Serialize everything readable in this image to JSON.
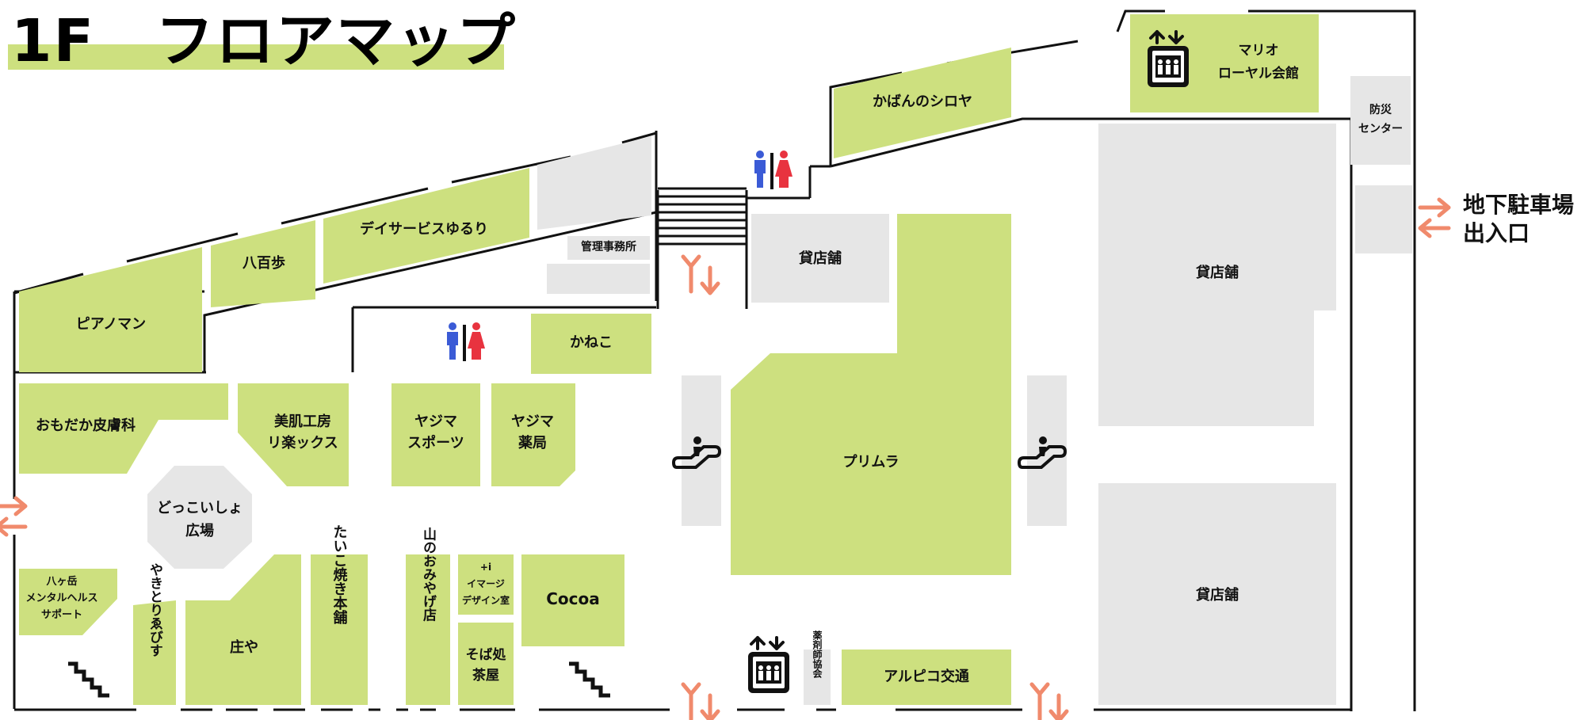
{
  "title": "1F　フロアマップ",
  "colors": {
    "tenant": "#cde07f",
    "vacant": "#e6e6e6",
    "wall": "#111111",
    "arrow": "#f08a6c",
    "male": "#3b5bd6",
    "female": "#e8333f"
  },
  "parking": {
    "line1": "地下駐車場",
    "line2": "出入口"
  },
  "shops": {
    "piano": "ピアノマン",
    "happyakuho": "八百歩",
    "dayservice": "デイサービスゆるり",
    "kanri": "管理事務所",
    "kaneko": "かねこ",
    "omodaka": "おもだか皮膚科",
    "bihada_1": "美肌工房",
    "bihada_2": "リ楽ックス",
    "yajima_sports_1": "ヤジマ",
    "yajima_sports_2": "スポーツ",
    "yajima_yakkyoku_1": "ヤジマ",
    "yajima_yakkyoku_2": "薬局",
    "plaza_1": "どっこいしょ",
    "plaza_2": "広場",
    "yatsugatake_1": "八ヶ岳",
    "yatsugatake_2": "メンタルヘルス",
    "yatsugatake_3": "サポート",
    "yakitori": "やきとりゑびす",
    "shoya": "庄や",
    "taiko": "たいこ焼き本舗",
    "yama": "山のおみやげ店",
    "image_1": "+i",
    "image_2": "イマージ",
    "image_3": "デザイン室",
    "soba_1": "そば処",
    "soba_2": "茶屋",
    "cocoa": "Cocoa",
    "yakuzaishi": "薬剤師協会",
    "alpico": "アルピコ交通",
    "primula": "プリムラ",
    "kashi_small": "貸店舗",
    "kashi_upper": "貸店舗",
    "kashi_lower": "貸店舗",
    "kaban": "かばんのシロヤ",
    "mario_1": "マリオ",
    "mario_2": "ローヤル会館",
    "bousai_1": "防災",
    "bousai_2": "センター"
  },
  "icons": [
    "toilet-icon",
    "elevator-icon",
    "escalator-icon",
    "stairs-icon",
    "stairs-up-icon",
    "up-down-arrow-icon",
    "exit-arrow-icon"
  ]
}
